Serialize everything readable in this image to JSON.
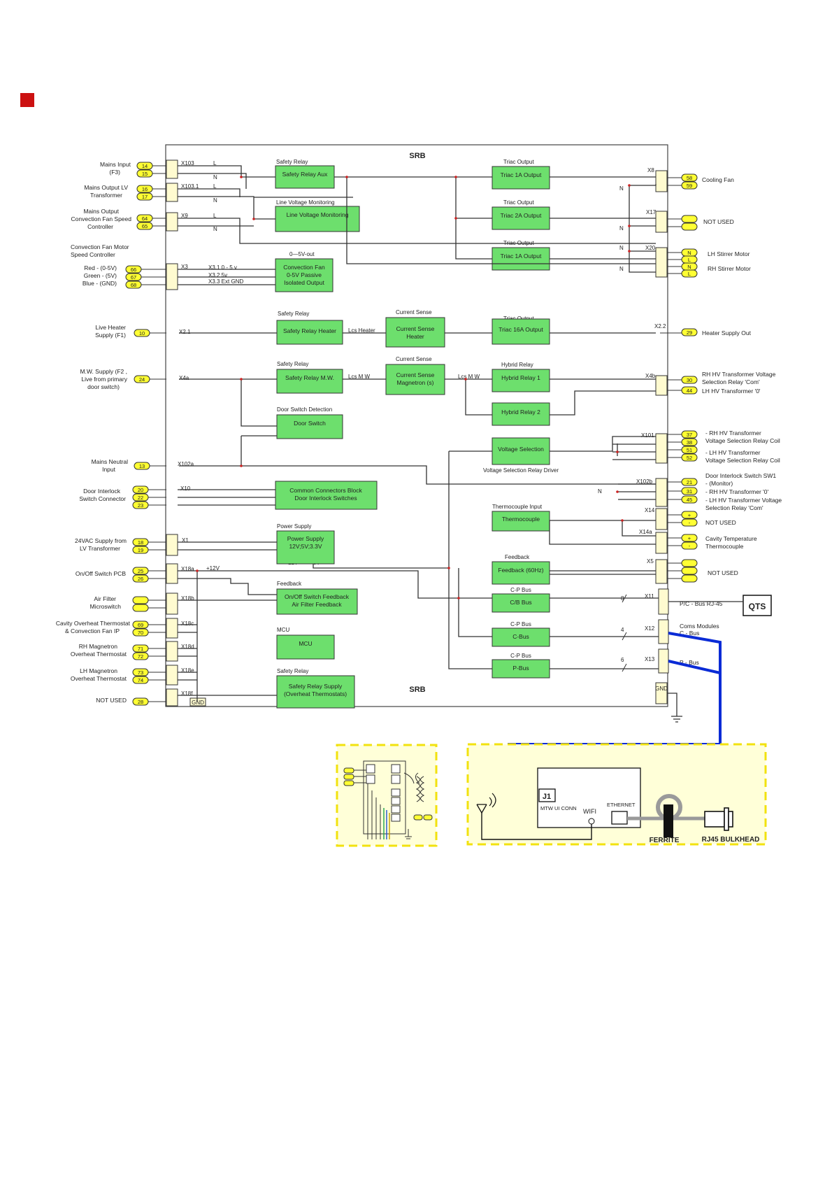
{
  "board": {
    "title_top": "SRB",
    "title_bottom": "SRB"
  },
  "left": {
    "mains_input": "Mains Input",
    "mains_input_f3": "(F3)",
    "mains_output_lv": "Mains Output LV",
    "transformer": "Transformer",
    "mains_output": "Mains Output",
    "conv_fan_speed": "Convection Fan Speed",
    "controller": "Controller",
    "conv_fan_motor": "Convection Fan Motor",
    "speed_controller": "Speed Controller",
    "red": "Red - (0-5V)",
    "green": "Green - (5V)",
    "blue": "Blue - (GND)",
    "live_heater": "Live Heater",
    "supply_f1": "Supply (F1)",
    "mw_supply_1": "M.W. Supply (F2 ,",
    "mw_supply_2": "Live from primary",
    "mw_supply_3": "door switch)",
    "mains_neutral": "Mains Neutral",
    "input": "Input",
    "door_interlock": "Door Interlock",
    "switch_connector": "Switch Connector",
    "vac_supply": "24VAC Supply from",
    "lv_transformer": "LV Transformer",
    "onoff_switch": "On/Off Switch PCB",
    "air_filter": "Air Filter",
    "microswitch": "Microswitch",
    "cavity_overheat": "Cavity Overheat Thermostat",
    "conv_fan_ip": "& Convection Fan IP",
    "rh_magnetron": "RH Magnetron",
    "overheat_thermostat": "Overheat Thermostat",
    "lh_magnetron": "LH Magnetron",
    "overheat_thermostat2": "Overheat Thermostat",
    "not_used": "NOT USED"
  },
  "left_pins": {
    "p14": "14",
    "p15": "15",
    "p16": "16",
    "p17": "17",
    "p64": "64",
    "p65": "65",
    "p66": "66",
    "p67": "67",
    "p68": "68",
    "p10": "10",
    "p24": "24",
    "p13": "13",
    "p20": "20",
    "p22": "22",
    "p23": "23",
    "p18": "18",
    "p19": "19",
    "p25": "25",
    "p26": "26",
    "p69": "69",
    "p70": "70",
    "p71": "71",
    "p72": "72",
    "p73": "73",
    "p74": "74",
    "p28": "28"
  },
  "connectors": {
    "x103": "X103",
    "x1031": "X103.1",
    "x9": "X9",
    "x3": "X3",
    "x31": "X3.1  0 - 5 v",
    "x32": "X3.2  5v",
    "x33": "X3.3 Ext GND",
    "x21": "X2.1",
    "x4a": "X4a",
    "x102a": "X102a",
    "x10": "X10",
    "x1": "X1",
    "x18a": "X18a",
    "plus12": "+12V",
    "x18b": "X18b",
    "x18c": "X18c",
    "x18d": "X18d",
    "x18e": "X18e",
    "x18f": "X18f",
    "gnd": "GND",
    "x8": "X8",
    "x17": "X17",
    "x20": "X20",
    "x22": "X2.2",
    "x4b": "X4b",
    "x101": "X101",
    "x102b": "X102b",
    "x14": "X14",
    "x14a": "X14a",
    "x5": "X5",
    "x11": "X11",
    "x12": "X12",
    "x13": "X13",
    "L": "L",
    "N": "N",
    "lcs_heater": "Lcs Heater",
    "lcs_mw": "Lcs M W",
    "lcs_mw2": "Lcs M W",
    "v12": "12V",
    "v5": "5V",
    "n8": "8",
    "n4": "4",
    "n6": "6",
    "gnd_v": "GND"
  },
  "blocks": {
    "safety_relay_aux": "Safety Relay Aux",
    "safety_relay_cap1": "Safety Relay",
    "line_voltage": "Line Voltage Monitoring",
    "line_voltage_cap": "Line Voltage Monitoring",
    "conv_fan_cap": "0—5V-out",
    "conv_fan_1": "Convection Fan",
    "conv_fan_2": "0-5V Passive",
    "conv_fan_3": "Isolated Output",
    "safety_relay_heater": "Safety Relay Heater",
    "safety_relay_cap2": "Safety Relay",
    "current_sense_heater_1": "Current Sense",
    "current_sense_heater_2": "Heater",
    "current_sense_cap1": "Current Sense",
    "safety_relay_mw": "Safety Relay M.W.",
    "safety_relay_cap3": "Safety Relay",
    "current_sense_mag_1": "Current Sense",
    "current_sense_mag_2": "Magnetron (s)",
    "current_sense_cap2": "Current Sense",
    "door_switch": "Door Switch",
    "door_switch_cap": "Door Switch Detection",
    "common_conn_1": "Common Connectors Block",
    "common_conn_2": "Door Interlock Switches",
    "power_supply_cap": "Power Supply",
    "power_supply_1": "Power Supply",
    "power_supply_2": "12V;5V;3.3V",
    "feedback_cap": "Feedback",
    "onoff_fb_1": "On/Off Switch Feedback",
    "onoff_fb_2": "Air Filter Feedback",
    "mcu_cap": "MCU",
    "mcu": "MCU",
    "srs_cap": "Safety Relay",
    "srs_1": "Safety Relay Supply",
    "srs_2": "(Overheat Thermostats)",
    "triac1_cap": "Triac Output",
    "triac1": "Triac 1A Output",
    "triac2_cap": "Triac Output",
    "triac2": "Triac 2A Output",
    "triac3_cap": "Triac Output",
    "triac3": "Triac 1A Output",
    "triac16_cap": "Triac Output",
    "triac16": "Triac 16A Output",
    "hybrid_cap": "Hybrid Relay",
    "hybrid1": "Hybrid Relay 1",
    "hybrid2": "Hybrid Relay 2",
    "volt_sel": "Voltage Selection",
    "volt_sel_cap": "Voltage Selection Relay Driver",
    "thermo_cap": "Thermocouple Input",
    "thermo": "Thermocouple",
    "feedback2_cap": "Feedback",
    "feedback60": "Feedback (60Hz)",
    "cb_cap": "C-P Bus",
    "cb": "C/B Bus",
    "cbus_cap": "C-P Bus",
    "cbus": "C-Bus",
    "pbus_cap": "C-P Bus",
    "pbus": "P-Bus"
  },
  "right": {
    "cooling_fan": "Cooling Fan",
    "not_used_1": "NOT USED",
    "lh_stirrer": "LH Stirrer Motor",
    "rh_stirrer": "RH Stirrer Motor",
    "heater_supply_out": "Heater Supply Out",
    "rh_hv_1": "RH HV Transformer Voltage",
    "rh_hv_2": "Selection Relay 'Com'",
    "lh_hv_t": "LH HV Transformer '0'",
    "rh_coil_1": "- RH HV Transformer",
    "rh_coil_2": "Voltage Selection Relay Coil",
    "lh_coil_1": "- LH HV Transformer",
    "lh_coil_2": "Voltage Selection Relay Coil",
    "door_sw1": "Door Interlock Switch SW1",
    "monitor": "-  (Monitor)",
    "rh_t0": "- RH HV Transformer '0'",
    "lh_sel_1": "- LH HV Transformer Voltage",
    "lh_sel_2": "Selection Relay 'Com'",
    "not_used_2": "NOT USED",
    "cavity_temp_1": "Cavity Temperature",
    "cavity_temp_2": "Thermocouple",
    "not_used_3": "NOT USED",
    "pc_bus": "P/C - Bus RJ-45",
    "qts": "QTS",
    "coms_modules": "Coms Modules",
    "c_bus": "C - Bus",
    "p_bus": "P - Bus"
  },
  "right_pins": {
    "p58": "58",
    "p59": "59",
    "pN1": "N",
    "pL1": "L",
    "pN2": "N",
    "pL2": "L",
    "p29": "29",
    "p30": "30",
    "p44": "44",
    "p37": "37",
    "p38": "38",
    "p51": "51",
    "p52": "52",
    "p21": "21",
    "p31": "31",
    "p45": "45",
    "plus": "+",
    "minus": "-",
    "plus2": "+",
    "minus2": "-"
  },
  "coms": {
    "j1": "J1",
    "mtw_ui": "MTW UI CONN",
    "wifi": "WIFI",
    "ethernet": "ETHERNET",
    "ferrite": "FERRITE",
    "rj45": "RJ45 BULKHEAD"
  },
  "colors": {
    "block": "#6ddf6d",
    "pin": "#ffff33",
    "bus": "#0a2bd6",
    "marker": "#cc1111",
    "dash": "#f2e20e"
  }
}
